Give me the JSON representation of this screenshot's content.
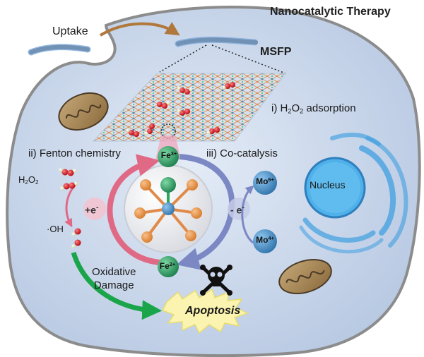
{
  "title": "Nanocatalytic Therapy",
  "uptake": "Uptake",
  "msfp": "MSFP",
  "steps": {
    "adsorption_prefix": "i) H",
    "adsorption_sub": "2",
    "adsorption_mid": "O",
    "adsorption_sub2": "2",
    "adsorption_suffix": " adsorption",
    "fenton": "ii) Fenton chemistry",
    "cocatalysis": "iii) Co-catalysis"
  },
  "species": {
    "h2o2_h": "H",
    "h2o2_sub1": "2",
    "h2o2_o": "O",
    "h2o2_sub2": "2",
    "oh_radical": "·OH",
    "plus_e": "+e",
    "plus_e_sup": "-",
    "minus_e": "- e",
    "minus_e_sup": "-"
  },
  "ions": {
    "fe3_base": "Fe",
    "fe3_charge": "3+",
    "fe2_base": "Fe",
    "fe2_charge": "2+",
    "mo6_base": "Mo",
    "mo6_charge": "6+",
    "mo4_base": "Mo",
    "mo4_charge": "4+"
  },
  "outcome": {
    "oxidative_line1": "Oxidative",
    "oxidative_line2": "Damage",
    "apoptosis": "Apoptosis"
  },
  "organelles": {
    "nucleus": "Nucleus"
  },
  "colors": {
    "cell_fill": "#c9d6ea",
    "membrane": "#8c8c8c",
    "fenton_arrow": "#e06a86",
    "cocat_arrow": "#7b88c4",
    "fe_ion": "#1f8a55",
    "mo_ion": "#3a7fb6",
    "nucleus": "#3f9fe0",
    "apoptosis_burst": "#fbf4b0",
    "green_arrow": "#1aa54b"
  }
}
